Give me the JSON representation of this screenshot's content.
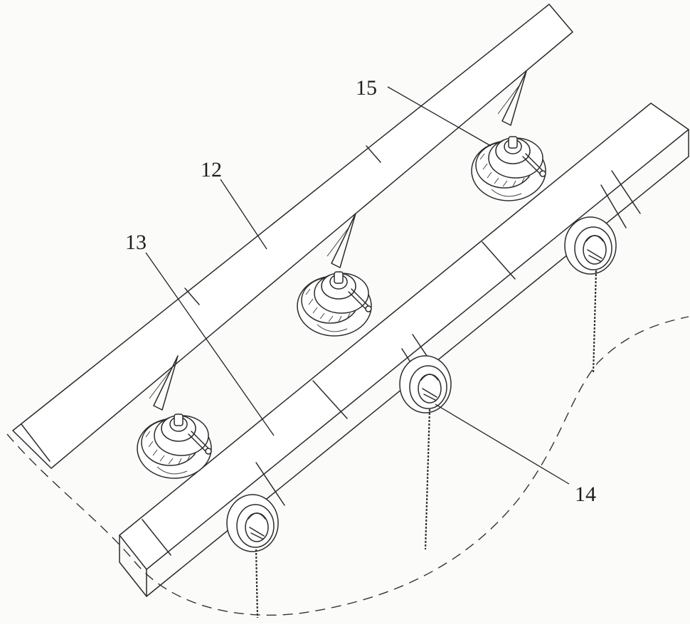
{
  "callouts": {
    "c12": "12",
    "c13": "13",
    "c14": "14",
    "c15": "15"
  },
  "colors": {
    "line": "#2b2b2b",
    "background": "#fbfbfa"
  }
}
